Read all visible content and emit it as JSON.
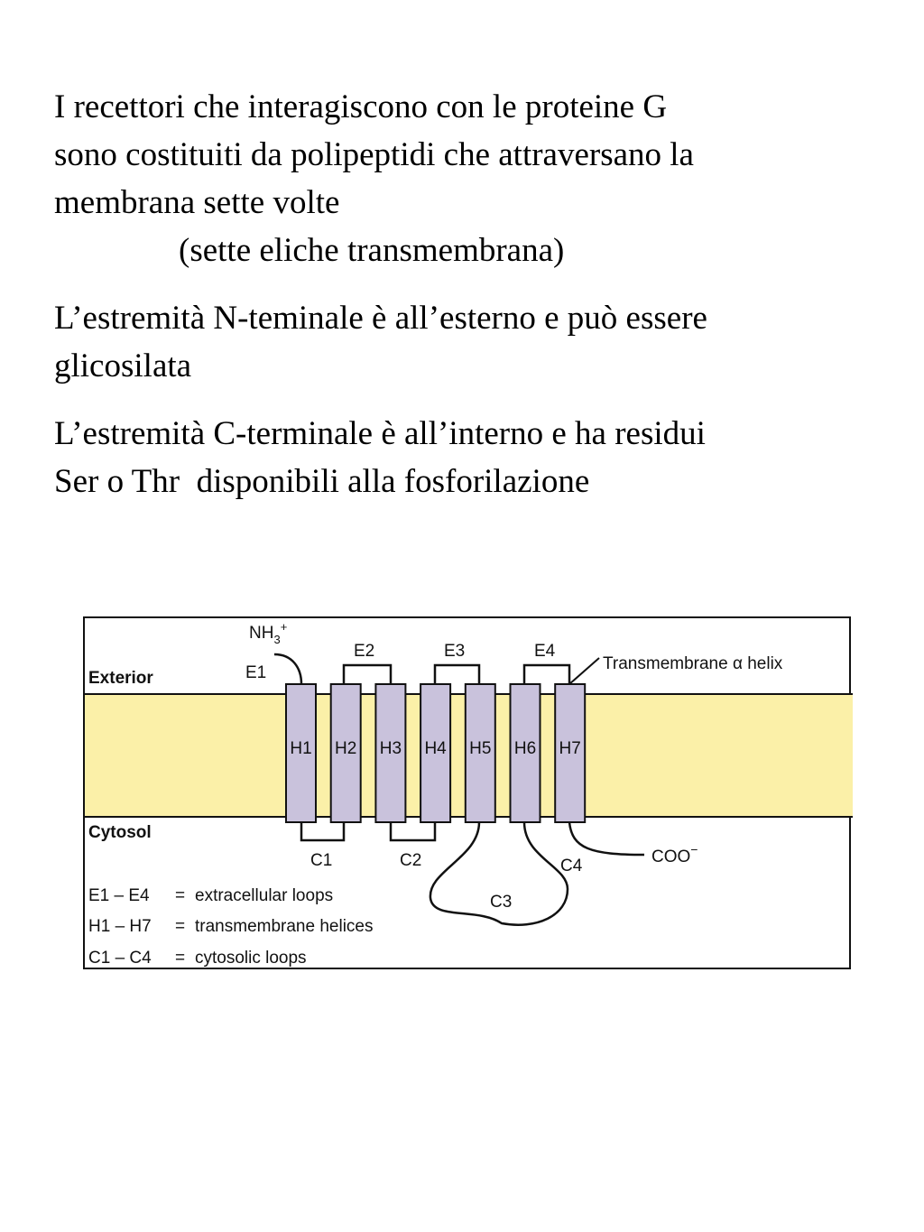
{
  "text": {
    "p1": {
      "line1": "I recettori che interagiscono con le proteine G",
      "line2": "sono costituiti da polipeptidi che attraversano la",
      "line3": "membrana sette volte",
      "line4": "(sette eliche transmembrana)"
    },
    "p2": {
      "line1": "L’estremità N-teminale è all’esterno e può essere",
      "line2": "glicosilata"
    },
    "p3": {
      "line1": "L’estremità C-terminale è all’interno e ha residui",
      "line2": "Ser o Thr  disponibili alla fosforilazione"
    }
  },
  "diagram": {
    "exterior_label": "Exterior",
    "cytosol_label": "Cytosol",
    "n_term": {
      "base": "NH",
      "sub": "3",
      "sup": "+"
    },
    "c_term": {
      "base": "COO",
      "sup": "−"
    },
    "helix_label": "Transmembrane α helix",
    "helices": [
      "H1",
      "H2",
      "H3",
      "H4",
      "H5",
      "H6",
      "H7"
    ],
    "extracellular_loops": [
      "E1",
      "E2",
      "E3",
      "E4"
    ],
    "cytosolic_loops": [
      "C1",
      "C2",
      "C3",
      "C4"
    ],
    "legend": [
      {
        "key": "E1 – E4",
        "eq": "=",
        "desc": "extracellular loops"
      },
      {
        "key": "H1 – H7",
        "eq": "=",
        "desc": "transmembrane helices"
      },
      {
        "key": "C1 – C4",
        "eq": "=",
        "desc": "cytosolic loops"
      }
    ],
    "colors": {
      "membrane": "#fbf0a8",
      "helix_fill": "#c9c2dc",
      "line": "#111111"
    }
  }
}
